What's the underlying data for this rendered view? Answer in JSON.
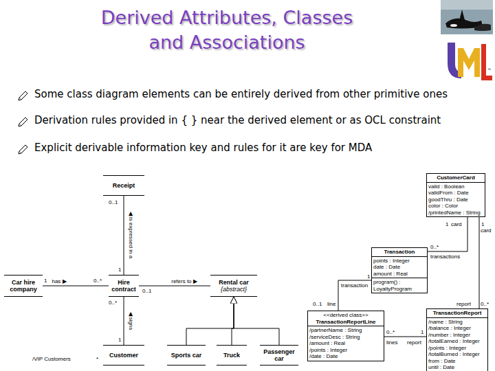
{
  "diagram": {
    "title": "Derived Attributes, Classes and Associations",
    "nodes": [
      {
        "text": [
          "Receipt"
        ]
      },
      {
        "text": [
          "CustomerCard",
          "valid : Boolean",
          "validFrom : Date",
          "goodThru : Date",
          "color : Color",
          "/printedName : String"
        ]
      },
      {
        "text": [
          "Transaction",
          "points : Integer",
          "date : Date",
          "amount : Real",
          "program() : LoyaltyProgram"
        ]
      },
      {
        "text": [
          "Car hire company"
        ]
      },
      {
        "text": [
          "Hire contract"
        ]
      },
      {
        "text": [
          "Rental car",
          "{abstract}"
        ]
      },
      {
        "text": [
          "<<derived class>>",
          "TransactionReportLine",
          "/partnerName : String",
          "/serviceDesc : String",
          "/amount : Real",
          "/points : Integer",
          "/date : Date"
        ]
      },
      {
        "text": [
          "TransactionReport",
          "/name : String",
          "/balance : Integer",
          "/number : Integer",
          "/totalEarned : Integer",
          "/points : Integer",
          "/totalBurned : Integer",
          "from : Date",
          "until : Date"
        ]
      },
      {
        "text": [
          "Customer"
        ]
      },
      {
        "text": [
          "Sports car"
        ]
      },
      {
        "text": [
          "Truck"
        ]
      },
      {
        "text": [
          "Passenger car"
        ]
      }
    ],
    "edges": [
      {
        "from": 0,
        "to": 4,
        "arrow": "none",
        "label": "◀ is expressed in a"
      },
      {
        "from": 3,
        "to": 4,
        "arrow": "none",
        "label": "has ▶"
      },
      {
        "from": 4,
        "to": 5,
        "arrow": "none",
        "label": "refers to ▶"
      },
      {
        "from": 4,
        "to": 8,
        "arrow": "none",
        "label": "◀ signs"
      },
      {
        "from": 9,
        "to": 5,
        "arrow": "to"
      },
      {
        "from": 10,
        "to": 5,
        "arrow": "to"
      },
      {
        "from": 11,
        "to": 5,
        "arrow": "to"
      },
      {
        "from": 1,
        "to": 2,
        "arrow": "none"
      },
      {
        "from": 1,
        "to": 7,
        "arrow": "none"
      },
      {
        "from": 2,
        "to": 6,
        "arrow": "none"
      },
      {
        "from": 6,
        "to": 7,
        "arrow": "none"
      }
    ],
    "labels": [
      "Some class diagram elements can be entirely derived from other primitive ones",
      "Derivation rules provided in { } near the derived element or as OCL constraint",
      "Explicit derivable information key and rules for it are key for MDA",
      "™",
      "0..1",
      "1",
      "1",
      "0..*",
      "0..1",
      "0..*",
      "1",
      "/VIP Customers",
      "*",
      "1",
      "card",
      "1",
      "card",
      "0..*",
      "transactions",
      "1",
      "transaction",
      "0..1",
      "line",
      "report",
      "0..*",
      "0..*",
      "lines",
      "1",
      "report"
    ]
  }
}
